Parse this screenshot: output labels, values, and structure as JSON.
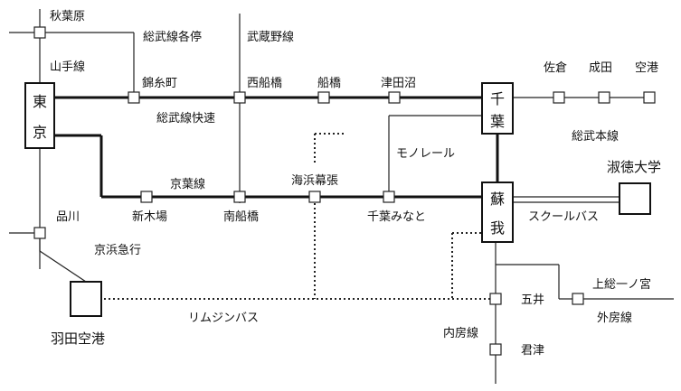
{
  "stations": {
    "akihabara": "秋葉原",
    "nishikicho": "錦糸町",
    "nishifunabashi": "西船橋",
    "funabashi": "船橋",
    "tsudanuma": "津田沼",
    "sakura": "佐倉",
    "narita": "成田",
    "kuko": "空港",
    "shinkiba": "新木場",
    "minamifunabashi": "南船橋",
    "kaihinmakuhari": "海浜幕張",
    "chibaminato": "千葉みなと",
    "shinagawa": "品川",
    "goi": "五井",
    "kimitsu": "君津",
    "kazusaichinomiya": "上総一ノ宮"
  },
  "hubs": {
    "tokyo": [
      "東",
      "京"
    ],
    "chiba": [
      "千",
      "葉"
    ],
    "soga": [
      "蘇",
      "我"
    ]
  },
  "lines": {
    "sobu_local": "総武線各停",
    "musashino": "武蔵野線",
    "yamanote": "山手線",
    "sobu_rapid": "総武線快速",
    "monorail": "モノレール",
    "sobu_main": "総武本線",
    "keiyo": "京葉線",
    "keikyu": "京浜急行",
    "school_bus": "スクールバス",
    "limousine_bus": "リムジンバス",
    "uchibo": "内房線",
    "sotobo": "外房線"
  },
  "places": {
    "university": "淑徳大学",
    "haneda": "羽田空港"
  }
}
